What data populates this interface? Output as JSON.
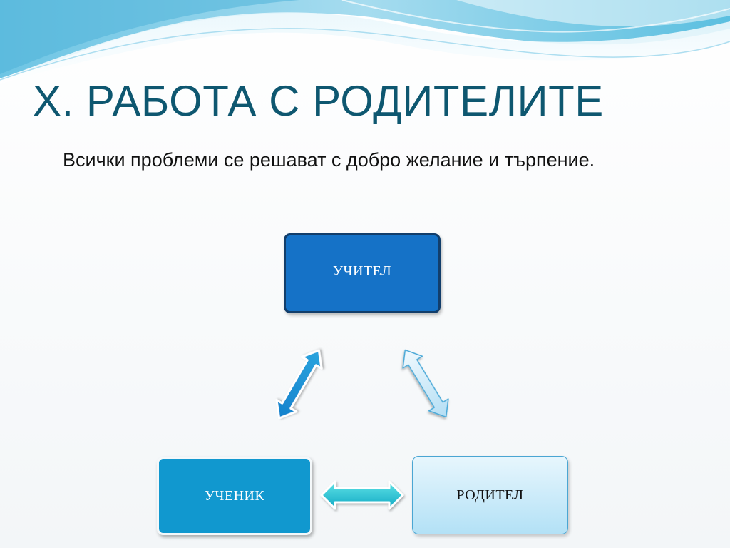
{
  "slide": {
    "title": "X. РАБОТА С РОДИТЕЛИТЕ",
    "subtitle": "Всички проблеми се решават с добро желание и търпение."
  },
  "diagram": {
    "nodes": {
      "teacher": "УЧИТЕЛ",
      "student": "УЧЕНИК",
      "parent": "РОДИТЕЛ"
    },
    "connections": [
      {
        "from": "УЧИТЕЛ",
        "to": "УЧЕНИК",
        "style": "double-arrow"
      },
      {
        "from": "УЧИТЕЛ",
        "to": "РОДИТЕЛ",
        "style": "double-arrow"
      },
      {
        "from": "УЧЕНИК",
        "to": "РОДИТЕЛ",
        "style": "double-arrow"
      }
    ]
  },
  "colors": {
    "title": "#0e5770",
    "teacher_fill": "#1572c7",
    "student_fill": "#1198cf",
    "parent_fill": "#c9ebf9",
    "arrow_teacher_student": "#1a8fd3",
    "arrow_teacher_parent": "#cdebfa",
    "arrow_student_parent": "#2bc8d6"
  }
}
